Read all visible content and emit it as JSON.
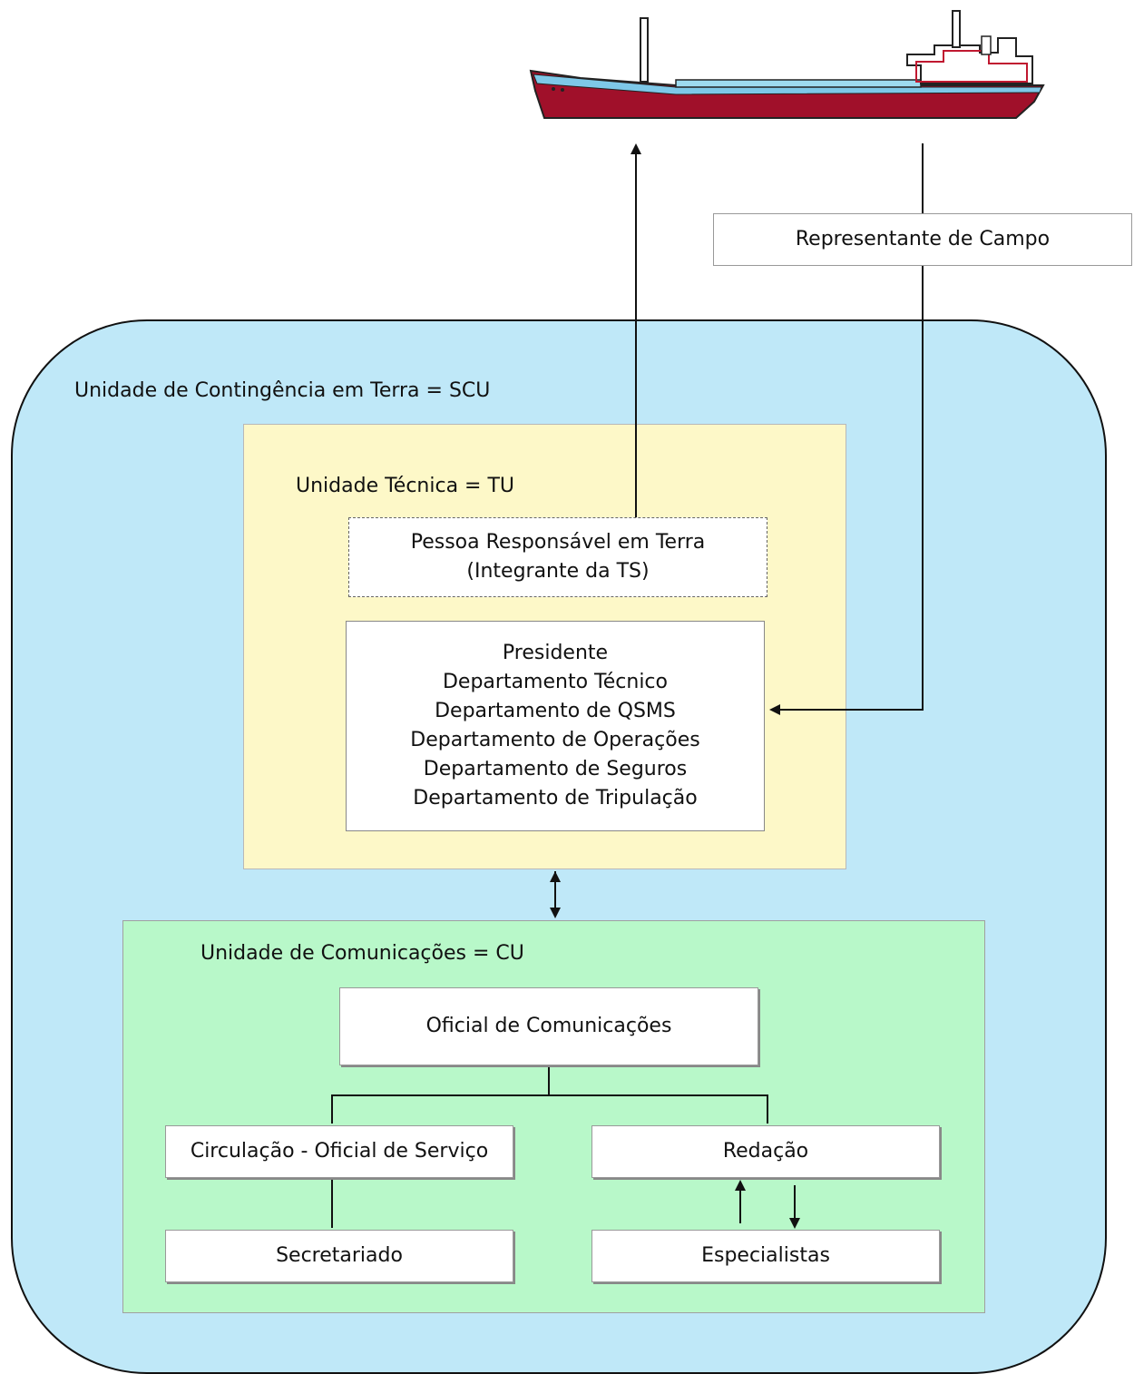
{
  "scu": {
    "title": "Unidade de Contingência em Terra = SCU"
  },
  "field_rep": {
    "label": "Representante de Campo"
  },
  "tu": {
    "title": "Unidade Técnica = TU",
    "responsible_person": {
      "line1": "Pessoa Responsável em Terra",
      "line2": "(Integrante da TS)"
    },
    "departments": [
      "Presidente",
      "Departamento Técnico",
      "Departamento de QSMS",
      "Departamento de Operações",
      "Departamento de Seguros",
      "Departamento de Tripulação"
    ]
  },
  "cu": {
    "title": "Unidade de Comunicações = CU",
    "officer": "Oficial de Comunicações",
    "circulation": "Circulação - Oficial de Serviço",
    "secretariat": "Secretariado",
    "writing": "Redação",
    "specialists": "Especialistas"
  },
  "colors": {
    "scu_bg": "#bfe8f8",
    "tu_bg": "#fdf8c8",
    "cu_bg": "#b8f8c9",
    "ship_hull": "#a0102a"
  },
  "icons": {
    "ship": "tanker-ship-icon"
  }
}
